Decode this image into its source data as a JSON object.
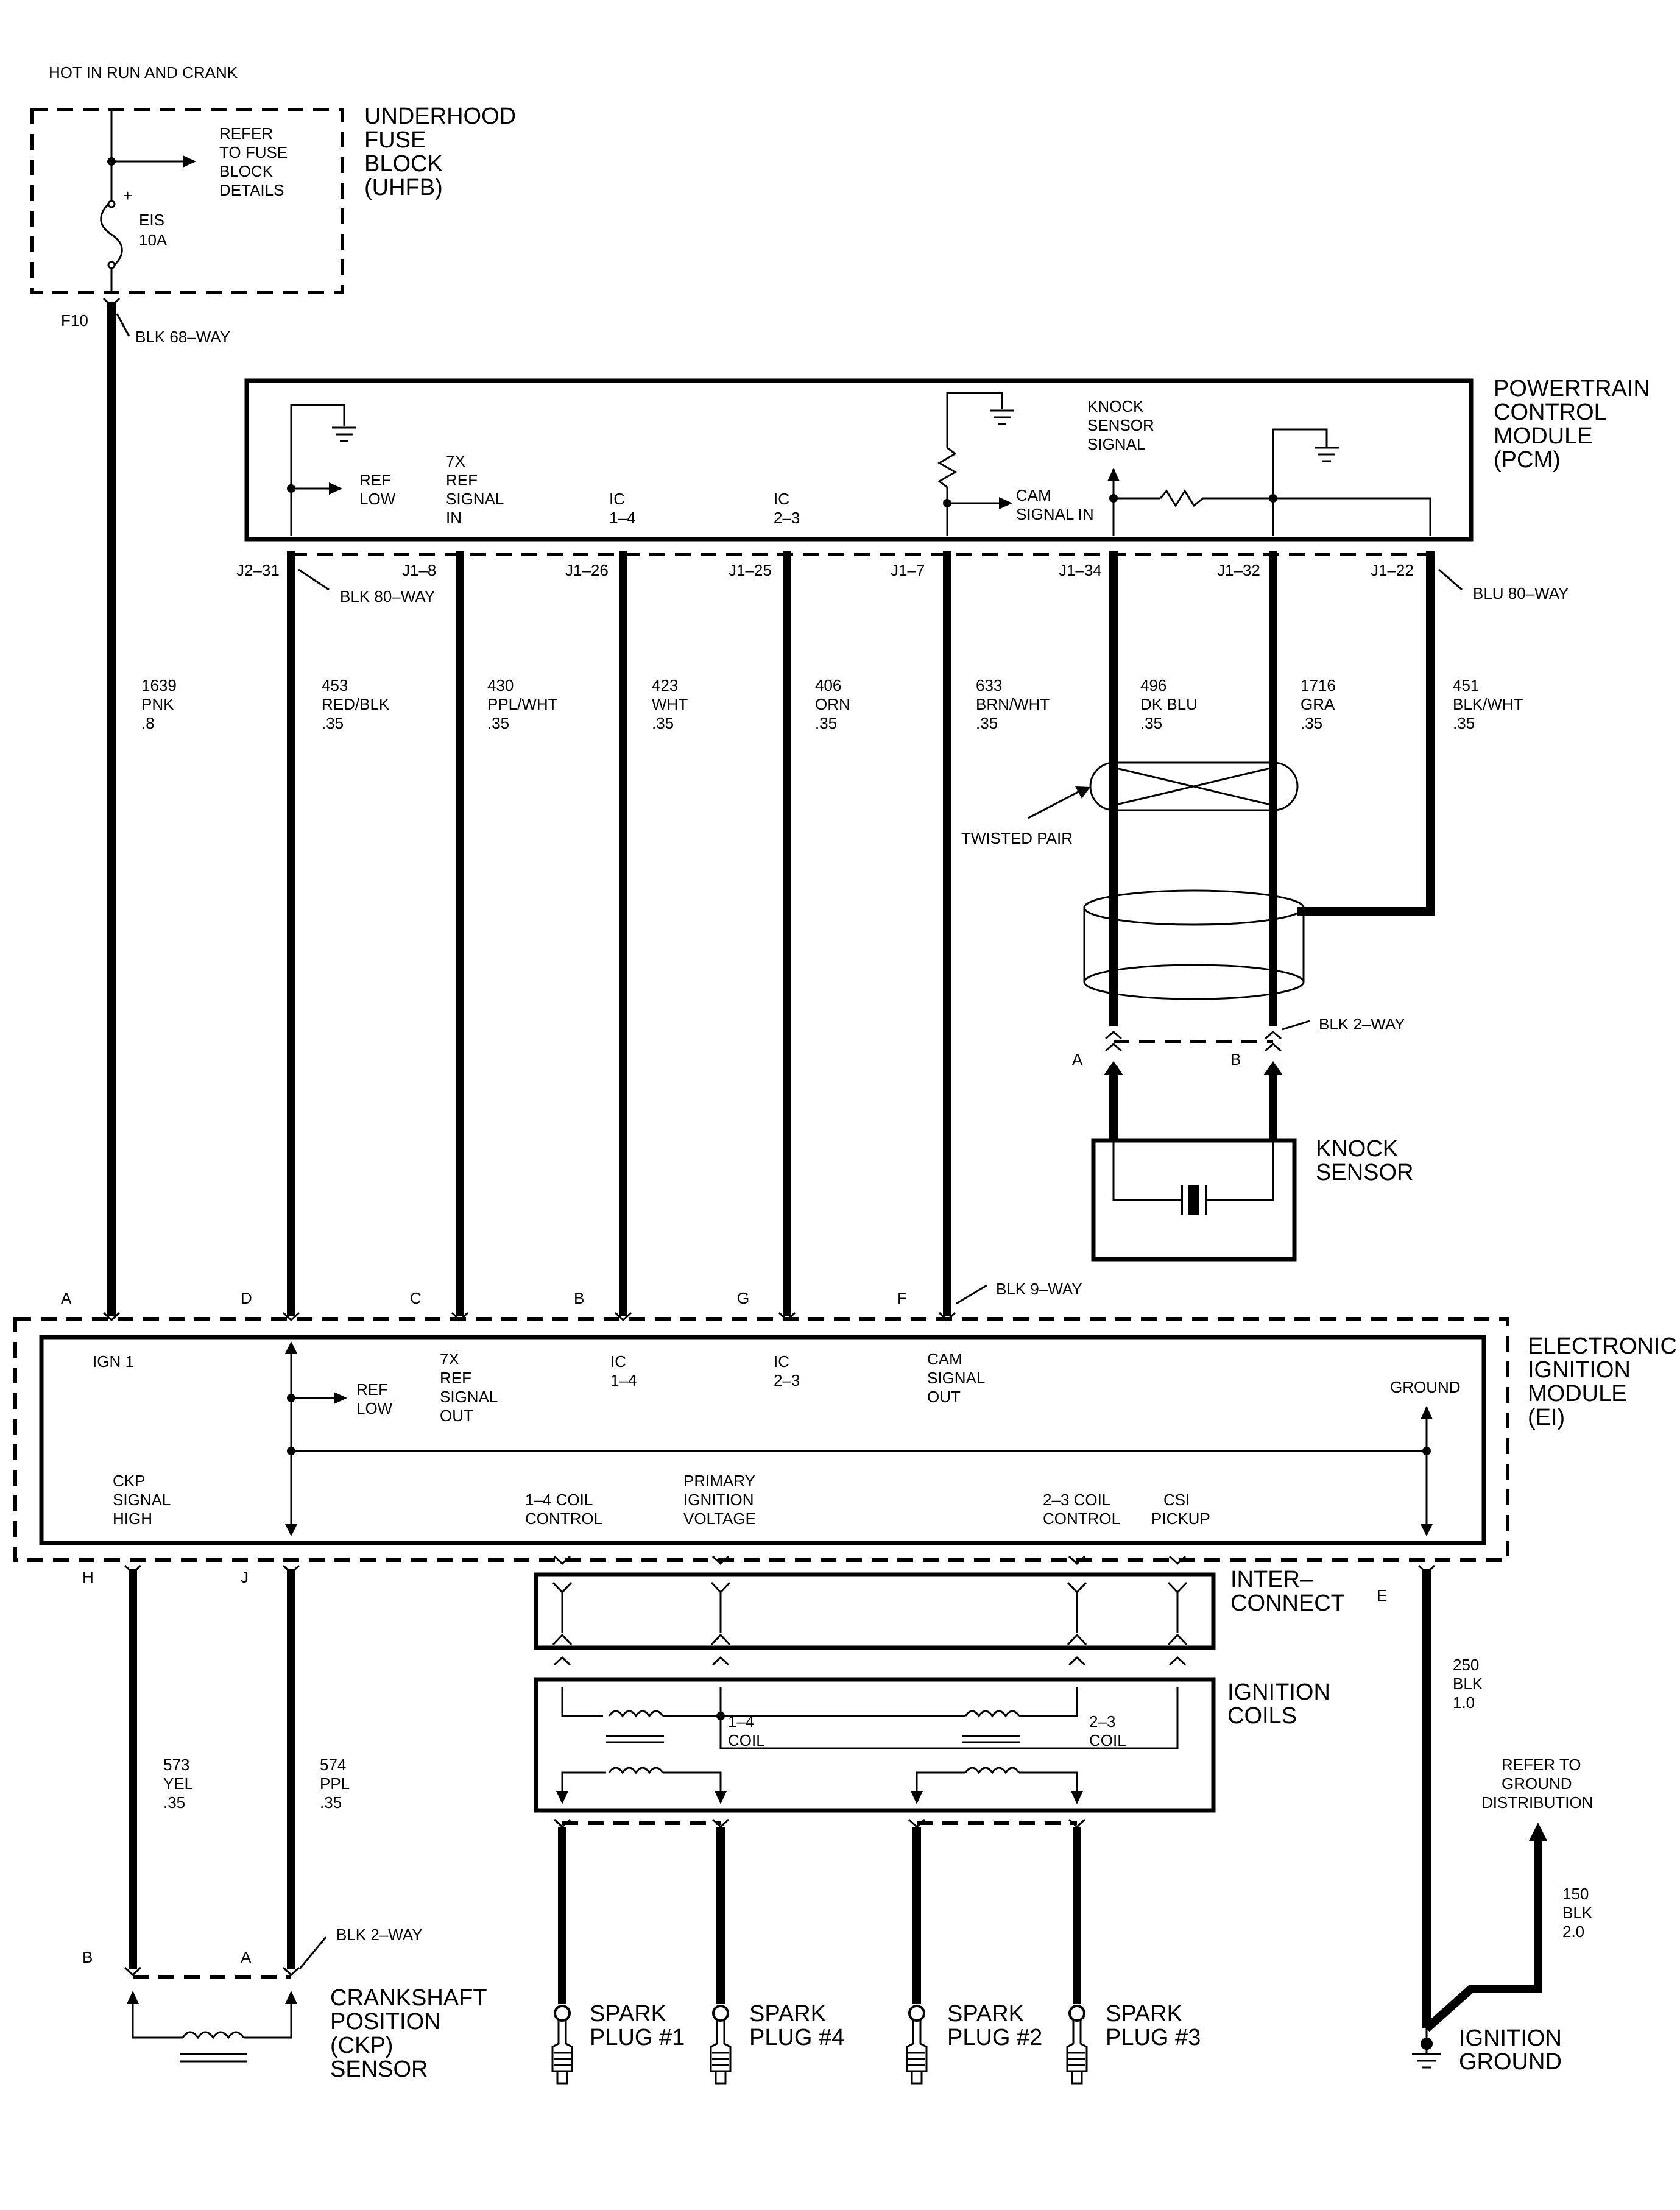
{
  "header": {
    "hot_label": "HOT IN RUN AND CRANK"
  },
  "uhfb": {
    "title_lines": [
      "UNDERHOOD",
      "FUSE",
      "BLOCK",
      "(UHFB)"
    ],
    "refer_lines": [
      "REFER",
      "TO FUSE",
      "BLOCK",
      "DETAILS"
    ],
    "fuse_name": "EIS",
    "fuse_rating": "10A",
    "plus_sign": "+",
    "pin": "F10",
    "connector": "BLK 68–WAY"
  },
  "pcm": {
    "title_lines": [
      "POWERTRAIN",
      "CONTROL",
      "MODULE",
      "(PCM)"
    ],
    "ref_low": [
      "REF",
      "LOW"
    ],
    "ref_signal_in": [
      "7X",
      "REF",
      "SIGNAL",
      "IN"
    ],
    "ic14": [
      "IC",
      "1–4"
    ],
    "ic23": [
      "IC",
      "2–3"
    ],
    "cam_signal_in": [
      "CAM",
      "SIGNAL IN"
    ],
    "knock_sensor_signal": [
      "KNOCK",
      "SENSOR",
      "SIGNAL"
    ],
    "connector_left": "BLK 80–WAY",
    "connector_right": "BLU 80–WAY",
    "pins": [
      "J2–31",
      "J1–8",
      "J1–26",
      "J1–25",
      "J1–7",
      "J1–34",
      "J1–32",
      "J1–22"
    ]
  },
  "wires": [
    {
      "circuit": "1639",
      "color": "PNK",
      "gauge": ".8"
    },
    {
      "circuit": "453",
      "color": "RED/BLK",
      "gauge": ".35"
    },
    {
      "circuit": "430",
      "color": "PPL/WHT",
      "gauge": ".35"
    },
    {
      "circuit": "423",
      "color": "WHT",
      "gauge": ".35"
    },
    {
      "circuit": "406",
      "color": "ORN",
      "gauge": ".35"
    },
    {
      "circuit": "633",
      "color": "BRN/WHT",
      "gauge": ".35"
    },
    {
      "circuit": "496",
      "color": "DK BLU",
      "gauge": ".35"
    },
    {
      "circuit": "1716",
      "color": "GRA",
      "gauge": ".35"
    },
    {
      "circuit": "451",
      "color": "BLK/WHT",
      "gauge": ".35"
    }
  ],
  "twisted_pair": "TWISTED PAIR",
  "knock_sensor": {
    "connector": "BLK 2–WAY",
    "pin_a": "A",
    "pin_b": "B",
    "title_lines": [
      "KNOCK",
      "SENSOR"
    ]
  },
  "ei": {
    "title_lines": [
      "ELECTRONIC",
      "IGNITION",
      "MODULE",
      "(EI)"
    ],
    "connector": "BLK 9–WAY",
    "top_pins": [
      "A",
      "D",
      "C",
      "B",
      "G",
      "F"
    ],
    "ign1": "IGN 1",
    "ref_low": [
      "REF",
      "LOW"
    ],
    "ref_signal_out": [
      "7X",
      "REF",
      "SIGNAL",
      "OUT"
    ],
    "ic14": [
      "IC",
      "1–4"
    ],
    "ic23": [
      "IC",
      "2–3"
    ],
    "cam_signal_out": [
      "CAM",
      "SIGNAL",
      "OUT"
    ],
    "ground": "GROUND",
    "ckp_signal_high": [
      "CKP",
      "SIGNAL",
      "HIGH"
    ],
    "coil14_control": [
      "1–4 COIL",
      "CONTROL"
    ],
    "primary_ignition_voltage": [
      "PRIMARY",
      "IGNITION",
      "VOLTAGE"
    ],
    "coil23_control": [
      "2–3 COIL",
      "CONTROL"
    ],
    "csi_pickup": [
      "CSI",
      "PICKUP"
    ],
    "bottom_pins": [
      "H",
      "J",
      "E"
    ]
  },
  "interconnect": {
    "title_lines": [
      "INTER–",
      "CONNECT"
    ]
  },
  "coils": {
    "title_lines": [
      "IGNITION",
      "COILS"
    ],
    "coil14": [
      "1–4",
      "COIL"
    ],
    "coil23": [
      "2–3",
      "COIL"
    ]
  },
  "ckp": {
    "wire_h": {
      "circuit": "573",
      "color": "YEL",
      "gauge": ".35"
    },
    "wire_j": {
      "circuit": "574",
      "color": "PPL",
      "gauge": ".35"
    },
    "connector": "BLK 2–WAY",
    "pin_b": "B",
    "pin_a": "A",
    "title_lines": [
      "CRANKSHAFT",
      "POSITION",
      "(CKP)",
      "SENSOR"
    ]
  },
  "ground_wire": {
    "circuit": "250",
    "color": "BLK",
    "gauge": "1.0"
  },
  "ground_dist": {
    "refer_lines": [
      "REFER TO",
      "GROUND",
      "DISTRIBUTION"
    ],
    "circuit": "150",
    "color": "BLK",
    "gauge": "2.0"
  },
  "ignition_ground": [
    "IGNITION",
    "GROUND"
  ],
  "spark_plugs": [
    [
      "SPARK",
      "PLUG #1"
    ],
    [
      "SPARK",
      "PLUG #4"
    ],
    [
      "SPARK",
      "PLUG #2"
    ],
    [
      "SPARK",
      "PLUG #3"
    ]
  ]
}
